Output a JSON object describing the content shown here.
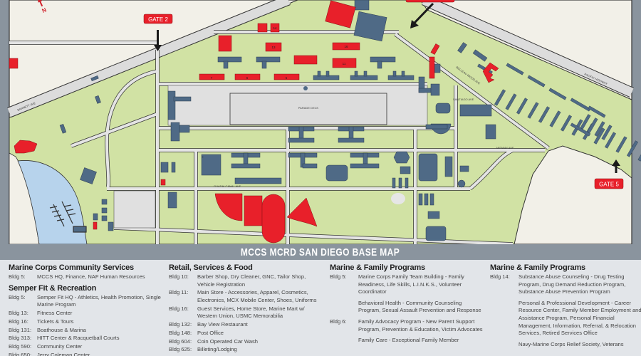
{
  "map": {
    "title": "MCCS MCRD SAN DIEGO BASE MAP",
    "compass_label": "N",
    "gates": [
      {
        "label": "GATE 2"
      },
      {
        "label": "GATE 5"
      }
    ],
    "streets": {
      "barnett": "BARNETT AVE",
      "pacific": "PACIFIC HIGHWAY",
      "parade": "PARADE DECK",
      "santiago": "SANTIAGO AVE",
      "midway": "MIDWAY AVE",
      "guadalcanal": "GUADALCANAL AVE",
      "belleau": "BELLEAU WOOD AVE"
    },
    "building_numbers": [
      "14",
      "13",
      "16",
      "11",
      "7",
      "6",
      "5"
    ],
    "colors": {
      "land": "#d1e2a4",
      "road": "#e4e4e4",
      "water": "#b7d3ec",
      "offbase": "#f2f0e8",
      "building": "#4f6a86",
      "mccs_building": "#e8202a",
      "frame": "#8a949e",
      "legend_bg": "#e2e5e9"
    }
  },
  "legend": {
    "columns": [
      {
        "sections": [
          {
            "heading": "Marine Corps Community Services",
            "entries": [
              {
                "bldg": "Bldg 5:",
                "text": "MCCS HQ, Finance, NAF Human Resources"
              }
            ]
          },
          {
            "heading": "Semper Fit & Recreation",
            "entries": [
              {
                "bldg": "Bldg 5:",
                "text": "Semper Fit HQ - Athletics, Health Promotion, Single Marine Program"
              },
              {
                "bldg": "Bldg 13:",
                "text": "Fitness Center"
              },
              {
                "bldg": "Bldg 16:",
                "text": "Tickets & Tours"
              },
              {
                "bldg": "Bldg 131:",
                "text": "Boathouse & Marina"
              },
              {
                "bldg": "Bldg 313:",
                "text": "HITT Center & Racquetball Courts"
              },
              {
                "bldg": "Bldg 590:",
                "text": "Community Center"
              },
              {
                "bldg": "Bldg 650:",
                "text": "Jerry Coleman Center"
              }
            ]
          }
        ]
      },
      {
        "sections": [
          {
            "heading": "Retail, Services & Food",
            "entries": [
              {
                "bldg": "Bldg 10:",
                "text": "Barber Shop, Dry Cleaner, GNC, Tailor Shop, Vehicle Registration"
              },
              {
                "bldg": "Bldg 11:",
                "text": "Main Store - Accessories, Apparel, Cosmetics, Electronics, MCX Mobile Center, Shoes, Uniforms"
              },
              {
                "bldg": "Bldg 16:",
                "text": "Guest Services, Home Store, Marine Mart w/ Western Union, USMC Memorabilia"
              },
              {
                "bldg": "Bldg 132:",
                "text": "Bay View Restaurant"
              },
              {
                "bldg": "Bldg 148:",
                "text": "Post Office"
              },
              {
                "bldg": "Bldg 604:",
                "text": "Coin Operated Car Wash"
              },
              {
                "bldg": "Bldg 625:",
                "text": "Billeting/Lodging"
              }
            ]
          }
        ]
      },
      {
        "sections": [
          {
            "heading": "Marine & Family Programs",
            "entries": [
              {
                "bldg": "Bldg 5:",
                "text": "Marine Corps Family Team Building - Family Readiness, Life Skills, L.I.N.K.S., Volunteer Coordinator"
              },
              {
                "bldg": "",
                "text": "Behavioral Health - Community Counseling Program, Sexual Assault Prevention and Response"
              },
              {
                "bldg": "Bldg 6:",
                "text": "Family Advocacy Program - New Parent Support Program, Prevention & Education, Victim Advocates"
              },
              {
                "bldg": "",
                "text": "Family Care - Exceptional Family Member"
              }
            ]
          }
        ]
      },
      {
        "sections": [
          {
            "heading": "Marine & Family Programs",
            "entries": [
              {
                "bldg": "Bldg 14:",
                "text": "Substance Abuse Counseling - Drug Testing Program, Drug Demand Reduction Program, Substance Abuse Prevention Program"
              },
              {
                "bldg": "",
                "text": "Personal & Professional Development - Career Resource Center, Family Member Employment and Assistance Program, Personal Financial Management, Information, Referral, & Relocation Services, Retired Services Office"
              },
              {
                "bldg": "",
                "text": "Navy-Marine Corps Relief Society, Veterans"
              }
            ]
          }
        ]
      }
    ]
  }
}
